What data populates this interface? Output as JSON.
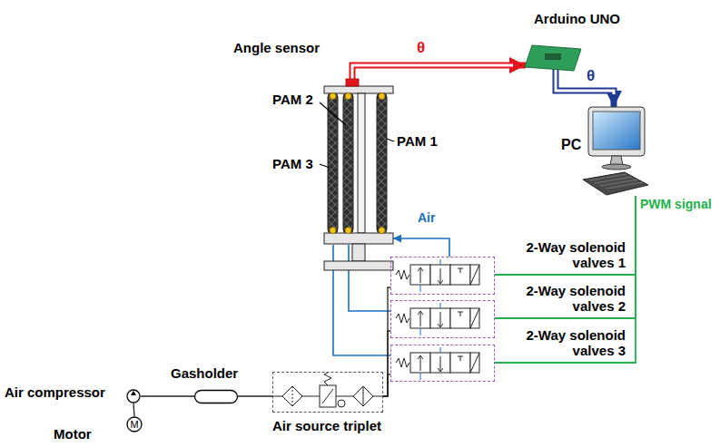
{
  "diagram": {
    "nodes": [
      {
        "text": [
          "Angle sensor"
        ]
      },
      {
        "text": [
          "Arduino UNO"
        ]
      },
      {
        "text": [
          "PC"
        ]
      },
      {
        "text": [
          "2-Way solenoid valves 1"
        ]
      },
      {
        "text": [
          "2-Way solenoid valves 2"
        ]
      },
      {
        "text": [
          "2-Way solenoid valves 3"
        ]
      },
      {
        "text": [
          "Air compressor"
        ]
      },
      {
        "text": [
          "M",
          "Motor"
        ]
      },
      {
        "text": [
          "Gasholder"
        ]
      },
      {
        "text": [
          "Air source triplet"
        ]
      }
    ],
    "edges": [
      {
        "from": 0,
        "to": 1,
        "arrow": "to",
        "label": "θ"
      },
      {
        "from": 1,
        "to": 2,
        "arrow": "to",
        "label": "θ"
      },
      {
        "from": 2,
        "to": 3,
        "arrow": "none"
      },
      {
        "from": 2,
        "to": 4,
        "arrow": "none"
      },
      {
        "from": 2,
        "to": 5,
        "arrow": "none"
      },
      {
        "from": 6,
        "to": 8,
        "arrow": "none"
      },
      {
        "from": 8,
        "to": 9,
        "arrow": "none"
      },
      {
        "from": 9,
        "to": 5,
        "arrow": "none"
      },
      {
        "from": 9,
        "to": 4,
        "arrow": "none"
      },
      {
        "from": 9,
        "to": 3,
        "arrow": "none"
      },
      {
        "from": 7,
        "to": 6,
        "arrow": "none"
      }
    ],
    "labels": [
      "PAM 2",
      "PAM 1",
      "PAM 3",
      "Air",
      "PWM signal"
    ]
  }
}
